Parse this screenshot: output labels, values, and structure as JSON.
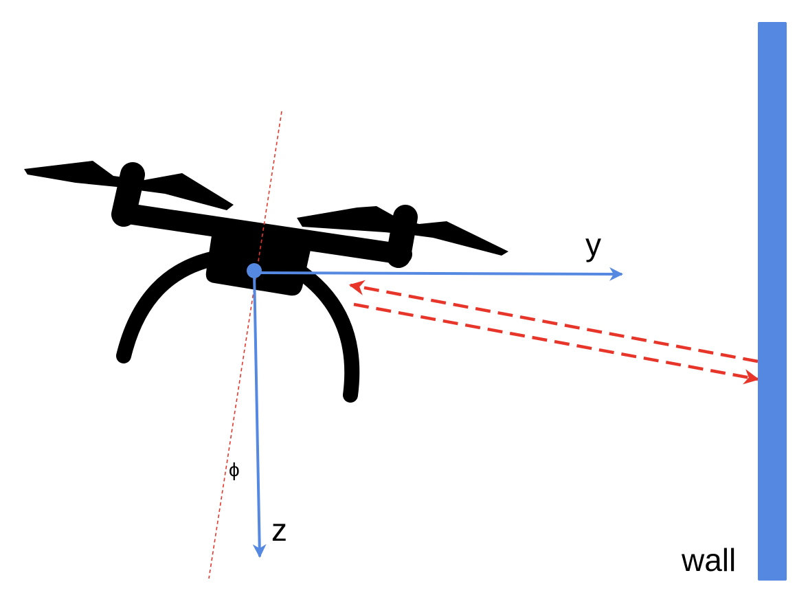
{
  "labels": {
    "y_axis": "y",
    "z_axis": "z",
    "angle": "ϕ",
    "wall": "wall"
  },
  "colors": {
    "axis": "#5588e0",
    "wall": "#5588e0",
    "beam": "#e8352a",
    "tilt_line": "#e8352a",
    "drone": "#000000",
    "background": "#ffffff"
  },
  "icons": {
    "drone": "quadcopter-silhouette-icon"
  }
}
